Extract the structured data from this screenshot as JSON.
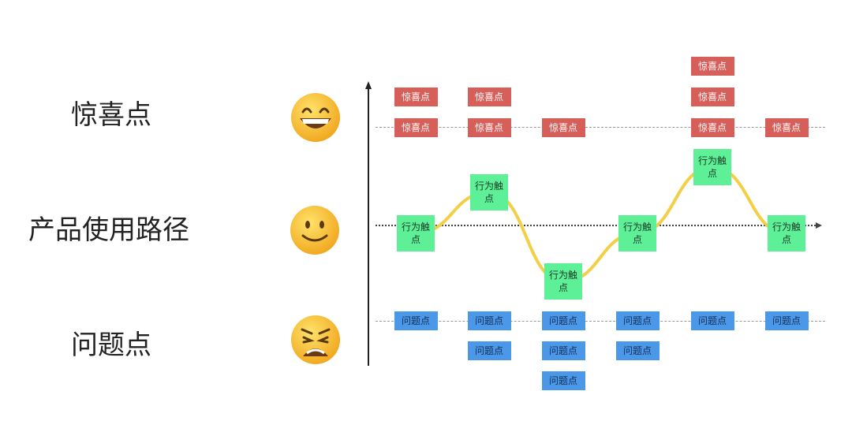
{
  "labels": {
    "surprise": "惊喜点",
    "path": "产品使用路径",
    "problem": "问题点"
  },
  "emojis": {
    "surprise": "grinning-face-icon",
    "path": "slightly-smiling-face-icon",
    "problem": "weary-face-icon"
  },
  "touch_label": "行为触点",
  "surprise_label": "惊喜点",
  "problem_label": "问题点",
  "columns": [
    {
      "surprise_count": 2,
      "problem_count": 1,
      "touch_level": "middle"
    },
    {
      "surprise_count": 2,
      "problem_count": 2,
      "touch_level": "high"
    },
    {
      "surprise_count": 1,
      "problem_count": 3,
      "touch_level": "low"
    },
    {
      "surprise_count": 0,
      "problem_count": 2,
      "touch_level": "middle"
    },
    {
      "surprise_count": 3,
      "problem_count": 1,
      "touch_level": "highest"
    },
    {
      "surprise_count": 1,
      "problem_count": 1,
      "touch_level": "middle"
    }
  ],
  "colors": {
    "surprise": "#d75f5a",
    "problem": "#4b98e8",
    "touch": "#5ef097",
    "curve": "#f3cf48"
  }
}
